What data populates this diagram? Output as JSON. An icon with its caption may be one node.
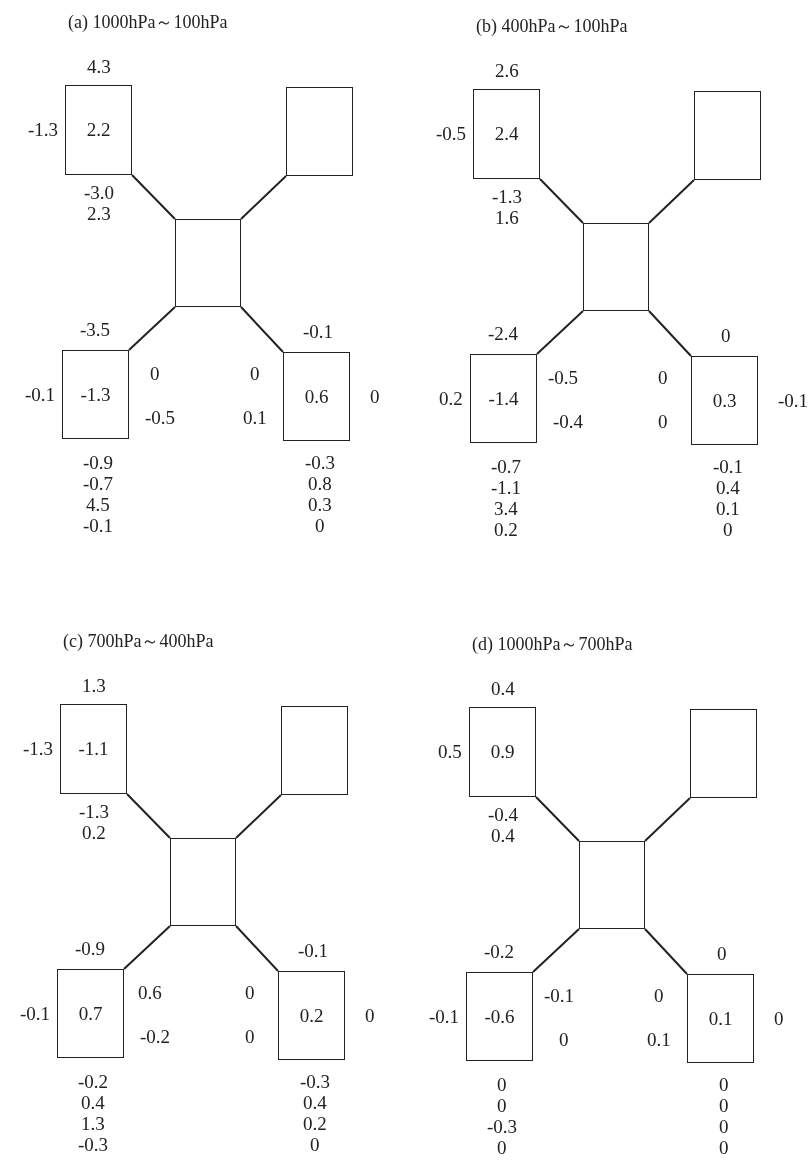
{
  "diagram": {
    "nodes": [
      {
        "text": [
          "2.2"
        ],
        "beside": [
          "4.3",
          "-1.3",
          "-3.0",
          "2.3"
        ]
      },
      {
        "text": [],
        "shape": "box"
      },
      {
        "text": [],
        "shape": "box"
      },
      {
        "text": [
          "-1.3"
        ],
        "beside": [
          "-3.5",
          "-0.1",
          "0",
          "-0.5",
          "-0.9",
          "-0.7",
          "4.5",
          "-0.1"
        ]
      },
      {
        "text": [
          "0.6"
        ],
        "beside": [
          "-0.1",
          "0",
          "0.1",
          "0",
          "-0.3",
          "0.8",
          "0.3",
          "0"
        ]
      },
      {
        "text": [
          "2.4"
        ],
        "beside": [
          "2.6",
          "-0.5",
          "-1.3",
          "1.6"
        ]
      },
      {
        "text": [],
        "shape": "box"
      },
      {
        "text": [],
        "shape": "box"
      },
      {
        "text": [
          "-1.4"
        ],
        "beside": [
          "-2.4",
          "0.2",
          "-0.5",
          "-0.4",
          "-0.7",
          "-1.1",
          "3.4",
          "0.2"
        ]
      },
      {
        "text": [
          "0.3"
        ],
        "beside": [
          "0",
          "0",
          "0",
          "-0.1",
          "-0.1",
          "0.4",
          "0.1",
          "0"
        ]
      },
      {
        "text": [
          "-1.1"
        ],
        "beside": [
          "1.3",
          "-1.3",
          "-1.3",
          "0.2"
        ]
      },
      {
        "text": [],
        "shape": "box"
      },
      {
        "text": [],
        "shape": "box"
      },
      {
        "text": [
          "0.7"
        ],
        "beside": [
          "-0.9",
          "-0.1",
          "0.6",
          "-0.2",
          "-0.2",
          "0.4",
          "1.3",
          "-0.3"
        ]
      },
      {
        "text": [
          "0.2"
        ],
        "beside": [
          "-0.1",
          "0",
          "0",
          "0",
          "-0.3",
          "0.4",
          "0.2",
          "0"
        ]
      },
      {
        "text": [
          "0.9"
        ],
        "beside": [
          "0.4",
          "0.5",
          "-0.4",
          "0.4"
        ]
      },
      {
        "text": [],
        "shape": "box"
      },
      {
        "text": [],
        "shape": "box"
      },
      {
        "text": [
          "-0.6"
        ],
        "beside": [
          "-0.2",
          "-0.1",
          "-0.1",
          "0",
          "0",
          "0",
          "-0.3",
          "0"
        ]
      },
      {
        "text": [
          "0.1"
        ],
        "beside": [
          "0",
          "0",
          "0.1",
          "0",
          "0",
          "0",
          "0",
          "0"
        ]
      }
    ],
    "edges": [
      {
        "from": 0,
        "to": 2,
        "arrow": "none"
      },
      {
        "from": 1,
        "to": 2,
        "arrow": "none"
      },
      {
        "from": 3,
        "to": 2,
        "arrow": "none"
      },
      {
        "from": 4,
        "to": 2,
        "arrow": "none"
      },
      {
        "from": 5,
        "to": 7,
        "arrow": "none"
      },
      {
        "from": 6,
        "to": 7,
        "arrow": "none"
      },
      {
        "from": 8,
        "to": 7,
        "arrow": "none"
      },
      {
        "from": 9,
        "to": 7,
        "arrow": "none"
      },
      {
        "from": 10,
        "to": 12,
        "arrow": "none"
      },
      {
        "from": 11,
        "to": 12,
        "arrow": "none"
      },
      {
        "from": 13,
        "to": 12,
        "arrow": "none"
      },
      {
        "from": 14,
        "to": 12,
        "arrow": "none"
      },
      {
        "from": 15,
        "to": 17,
        "arrow": "none"
      },
      {
        "from": 16,
        "to": 17,
        "arrow": "none"
      },
      {
        "from": 18,
        "to": 17,
        "arrow": "none"
      },
      {
        "from": 19,
        "to": 17,
        "arrow": "none"
      }
    ],
    "labels": [
      "(a) 1000hPa～100hPa",
      "(b) 400hPa～100hPa",
      "(c) 700hPa～400hPa",
      "(d) 1000hPa～700hPa"
    ]
  }
}
